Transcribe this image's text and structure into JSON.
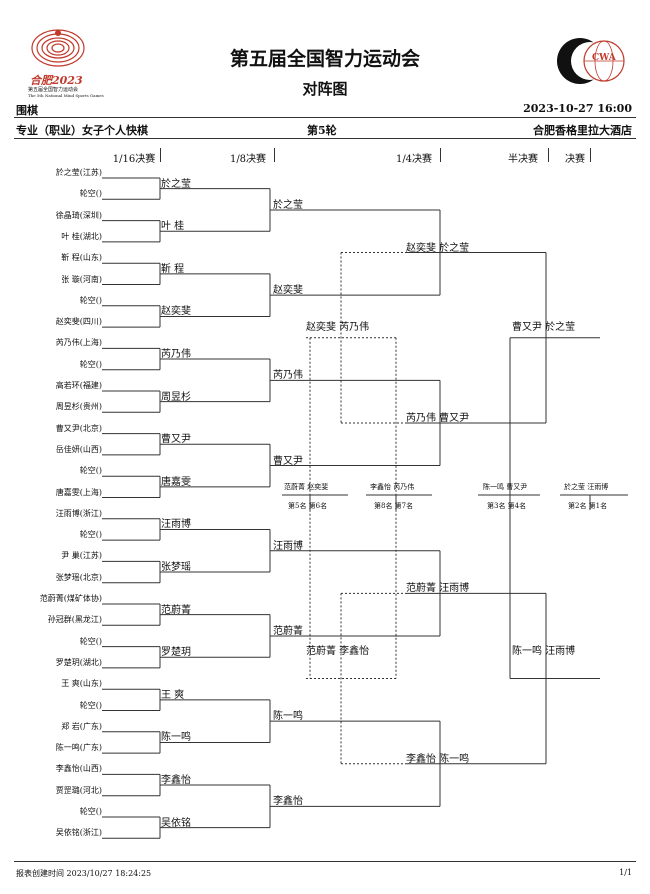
{
  "header": {
    "title": "第五届全国智力运动会",
    "subtitle": "对阵图",
    "logo_left_text": "合肥2023",
    "logo_left_caption1": "第五届全国智力运动会",
    "logo_left_caption2": "The 5th National Mind Sports Games",
    "logo_right_text": "CWA"
  },
  "info": {
    "sport": "围棋",
    "datetime": "2023-10-27  16:00",
    "event": "专业（职业）女子个人快棋",
    "round": "第5轮",
    "venue": "合肥香格里拉大酒店"
  },
  "rounds": [
    "1/16决赛",
    "1/8决赛",
    "1/4决赛",
    "半决赛",
    "决赛"
  ],
  "players": [
    "於之莹(江苏)",
    "轮空()",
    "徐晶琦(深圳)",
    "叶  桂(湖北)",
    "靳  程(山东)",
    "张  璇(河南)",
    "轮空()",
    "赵奕斐(四川)",
    "芮乃伟(上海)",
    "轮空()",
    "高若环(福建)",
    "周昱杉(贵州)",
    "曹又尹(北京)",
    "岳佳妍(山西)",
    "轮空()",
    "唐嘉雯(上海)",
    "汪雨博(浙江)",
    "轮空()",
    "尹  巢(江苏)",
    "张梦瑶(北京)",
    "范蔚菁(煤矿体协)",
    "孙冠群(黑龙江)",
    "轮空()",
    "罗楚玥(湖北)",
    "王  爽(山东)",
    "轮空()",
    "郑  岩(广东)",
    "陈一鸣(广东)",
    "李鑫怡(山西)",
    "贾罡璐(河北)",
    "轮空()",
    "吴依铭(浙江)"
  ],
  "r32_winners": [
    "於之莹",
    "叶  桂",
    "靳  程",
    "赵奕斐",
    "芮乃伟",
    "周昱杉",
    "曹又尹",
    "唐嘉雯",
    "汪雨博",
    "张梦瑶",
    "范蔚菁",
    "罗楚玥",
    "王  爽",
    "陈一鸣",
    "李鑫怡",
    "吴依铭"
  ],
  "r16_winners": [
    "於之莹",
    "赵奕斐",
    "芮乃伟",
    "曹又尹",
    "汪雨博",
    "范蔚菁",
    "陈一鸣",
    "李鑫怡"
  ],
  "qf_pairs": [
    "赵奕斐 於之莹",
    "芮乃伟 曹又尹",
    "范蔚菁 汪雨博",
    "李鑫怡 陈一鸣"
  ],
  "sf_pairs": [
    "曹又尹 於之莹",
    "陈一鸣 汪雨博"
  ],
  "placement_pairs": [
    "赵奕斐 芮乃伟",
    "范蔚菁 李鑫怡"
  ],
  "placement": [
    {
      "label": "范蔚菁 赵奕斐",
      "ranks": "第5名 第6名"
    },
    {
      "label": "李鑫怡 芮乃伟",
      "ranks": "第8名 第7名"
    },
    {
      "label": "陈一鸣 曹又尹",
      "ranks": "第3名 第4名"
    },
    {
      "label": "於之莹 汪雨博",
      "ranks": "第2名 第1名"
    }
  ],
  "footer": {
    "created": "报表创建时间  2023/10/27  18:24:25",
    "page": "1/1"
  }
}
